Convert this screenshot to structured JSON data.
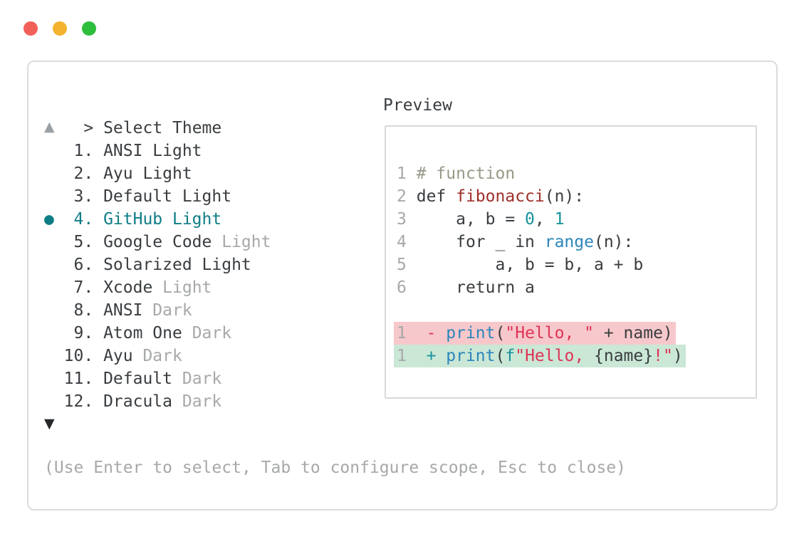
{
  "window": {
    "controls": [
      {
        "name": "close",
        "color": "#f2605a"
      },
      {
        "name": "minimize",
        "color": "#f3b32f"
      },
      {
        "name": "zoom",
        "color": "#2dbe3d"
      }
    ]
  },
  "picker": {
    "prompt_marker": ">",
    "title": "Select Theme",
    "scroll_up_icon": "▲",
    "scroll_down_icon": "▼",
    "selected_marker": "●",
    "items": [
      {
        "number": "1",
        "label": "ANSI Light",
        "variant": "",
        "selected": false
      },
      {
        "number": "2",
        "label": "Ayu Light",
        "variant": "",
        "selected": false
      },
      {
        "number": "3",
        "label": "Default Light",
        "variant": "",
        "selected": false
      },
      {
        "number": "4",
        "label": "GitHub Light",
        "variant": "",
        "selected": true
      },
      {
        "number": "5",
        "label": "Google Code",
        "variant": "Light",
        "selected": false
      },
      {
        "number": "6",
        "label": "Solarized Light",
        "variant": "",
        "selected": false
      },
      {
        "number": "7",
        "label": "Xcode",
        "variant": "Light",
        "selected": false
      },
      {
        "number": "8",
        "label": "ANSI",
        "variant": "Dark",
        "selected": false
      },
      {
        "number": "9",
        "label": "Atom One",
        "variant": "Dark",
        "selected": false
      },
      {
        "number": "10",
        "label": "Ayu",
        "variant": "Dark",
        "selected": false
      },
      {
        "number": "11",
        "label": "Default",
        "variant": "Dark",
        "selected": false
      },
      {
        "number": "12",
        "label": "Dracula",
        "variant": "Dark",
        "selected": false
      }
    ],
    "help_text": "(Use Enter to select, Tab to configure scope, Esc to close)"
  },
  "preview": {
    "title": "Preview",
    "lines": [
      {
        "num": "1",
        "bg": "",
        "tokens": [
          {
            "text": "# function",
            "type": "comment"
          }
        ]
      },
      {
        "num": "2",
        "bg": "",
        "tokens": [
          {
            "text": "def ",
            "type": "plain"
          },
          {
            "text": "fibonacci",
            "type": "function"
          },
          {
            "text": "(n):",
            "type": "plain"
          }
        ]
      },
      {
        "num": "3",
        "bg": "",
        "tokens": [
          {
            "text": "    a, b = ",
            "type": "plain"
          },
          {
            "text": "0",
            "type": "number"
          },
          {
            "text": ", ",
            "type": "plain"
          },
          {
            "text": "1",
            "type": "number"
          }
        ]
      },
      {
        "num": "4",
        "bg": "",
        "tokens": [
          {
            "text": "    for _ in ",
            "type": "plain"
          },
          {
            "text": "range",
            "type": "builtin"
          },
          {
            "text": "(n):",
            "type": "plain"
          }
        ]
      },
      {
        "num": "5",
        "bg": "",
        "tokens": [
          {
            "text": "        a, b = b, a + b",
            "type": "plain"
          }
        ]
      },
      {
        "num": "6",
        "bg": "",
        "tokens": [
          {
            "text": "    return a",
            "type": "plain"
          }
        ]
      },
      {
        "num": "",
        "bg": "",
        "tokens": []
      },
      {
        "num": "1",
        "bg": "deleted",
        "tokens": [
          {
            "text": " - ",
            "type": "deleted"
          },
          {
            "text": "print",
            "type": "builtin"
          },
          {
            "text": "(",
            "type": "plain"
          },
          {
            "text": "\"Hello, \"",
            "type": "string"
          },
          {
            "text": " + name)",
            "type": "plain"
          }
        ]
      },
      {
        "num": "1",
        "bg": "inserted",
        "tokens": [
          {
            "text": " + ",
            "type": "inserted"
          },
          {
            "text": "print",
            "type": "builtin"
          },
          {
            "text": "(",
            "type": "plain"
          },
          {
            "text": "f",
            "type": "prefix"
          },
          {
            "text": "\"Hello, ",
            "type": "string"
          },
          {
            "text": "{name}",
            "type": "plain"
          },
          {
            "text": "!\"",
            "type": "string"
          },
          {
            "text": ")",
            "type": "plain"
          }
        ]
      }
    ]
  },
  "colors": {
    "text": "#393d40",
    "muted": "#a6a8aa",
    "selected_accent": "#0f7d85",
    "window_border": "#dcdcdc",
    "syntax_comment": "#999988",
    "syntax_function": "#9e2f28",
    "syntax_builtin": "#2b86ba",
    "syntax_number": "#17939c",
    "syntax_string": "#de3455",
    "diff_deleted_bg": "#f7c8cb",
    "diff_inserted_bg": "#cbe7d6"
  }
}
